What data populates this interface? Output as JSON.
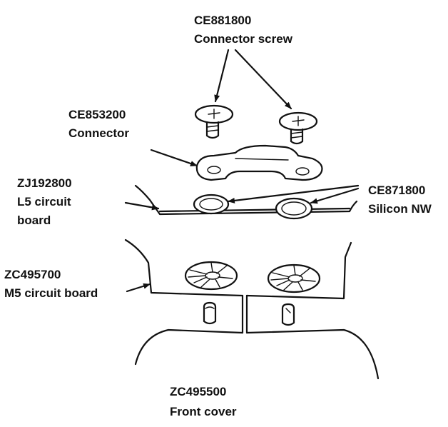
{
  "labels": {
    "connector_screw": {
      "code": "CE881800",
      "name": "Connector screw"
    },
    "connector": {
      "code": "CE853200",
      "name": "Connector"
    },
    "l5_board": {
      "code": "ZJ192800",
      "line2": "L5 circuit",
      "line3": "board"
    },
    "silicon_nw": {
      "code": "CE871800",
      "name": "Silicon NW"
    },
    "m5_board": {
      "code": "ZC495700",
      "name": "M5 circuit board"
    },
    "front_cover": {
      "code": "ZC495500",
      "name": "Front cover"
    }
  },
  "colors": {
    "ink": "#111111",
    "paper": "#ffffff"
  }
}
